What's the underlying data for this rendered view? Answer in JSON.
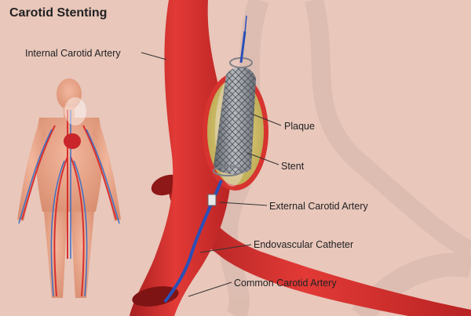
{
  "diagram": {
    "title": "Carotid Stenting",
    "labels": {
      "internal_carotid": "Internal Carotid Artery",
      "plaque": "Plaque",
      "stent": "Stent",
      "external_carotid": "External Carotid Artery",
      "catheter": "Endovascular Catheter",
      "common_carotid": "Common Carotid Artery"
    }
  },
  "colors": {
    "background": "#e9c7bb",
    "artery": "#d8302f",
    "artery_dark": "#a81f20",
    "plaque": "#d8c56a",
    "stent": "#8b8f95",
    "catheter": "#2b4fb8",
    "vein": "#3c6fc4"
  }
}
